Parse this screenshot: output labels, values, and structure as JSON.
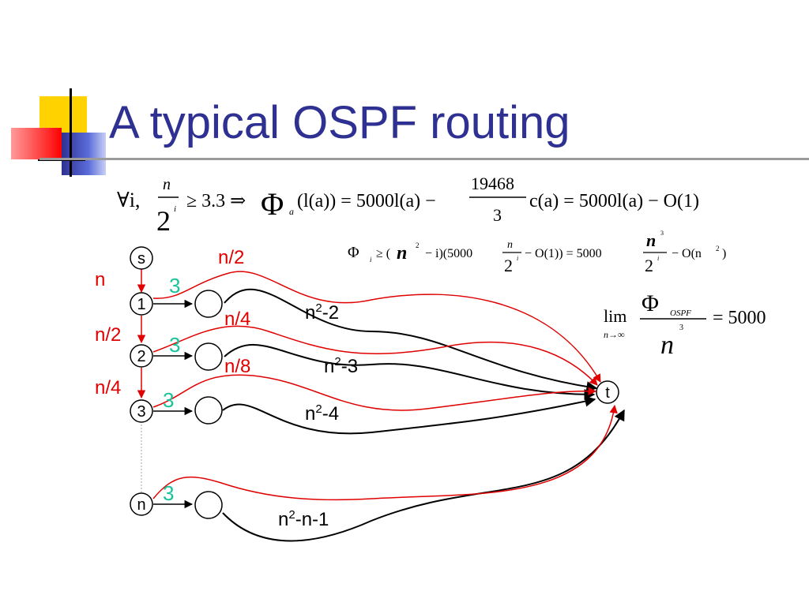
{
  "slide": {
    "title": "A typical OSPF routing",
    "colors": {
      "title": "#2e3192",
      "path_red": "#e00000",
      "cost_green": "#19c39a",
      "path_black": "#000000"
    }
  },
  "formulas": {
    "main": {
      "forall": "∀i,",
      "frac1_num": "n",
      "frac1_den": "2",
      "frac1_exp": "i",
      "ineq": "≥ 3.3 ⇒",
      "phi": "Φ",
      "phi_sub": "a",
      "lhs": "(l(a)) = 5000l(a) −",
      "frac2_num": "19468",
      "frac2_den": "3",
      "rhs": "c(a) = 5000l(a) − O(1)"
    },
    "second": {
      "phi": "Φ",
      "sub": "i",
      "part1": "≥ (",
      "n1": "n",
      "exp1": "2",
      "part2": "− i)(5000",
      "frac_num": "n",
      "frac_den": "2",
      "frac_exp": "i",
      "part3": "− O(1)) = 5000",
      "frac2_num": "n",
      "frac2_num_exp": "3",
      "frac2_den": "2",
      "frac2_den_exp": "i",
      "part4": "− O(n",
      "exp4": "2",
      "part5": ")"
    },
    "limit": {
      "lim": "lim",
      "under": "n→∞",
      "num_phi": "Φ",
      "num_sub": "OSPF",
      "den": "n",
      "den_exp": "3",
      "result": "= 5000"
    }
  },
  "diagram": {
    "nodes": {
      "s": "s",
      "one": "1",
      "two": "2",
      "three": "3",
      "n": "n",
      "t": "t"
    },
    "edge_labels": {
      "s_to_1": "n",
      "one_to_2": "n/2",
      "two_to_3": "n/4"
    },
    "red_labels": {
      "top": "n/2",
      "mid": "n/4",
      "low": "n/8"
    },
    "costs": {
      "c1": "3",
      "c2": "3",
      "c3": "3",
      "c4": "3"
    },
    "path_labels": [
      {
        "base": "n",
        "sup": "2",
        "suffix": "-2"
      },
      {
        "base": "n",
        "sup": "2",
        "suffix": "-3"
      },
      {
        "base": "n",
        "sup": "2",
        "suffix": "-4"
      },
      {
        "base": "n",
        "sup": "2",
        "suffix": "-n-1"
      }
    ]
  }
}
